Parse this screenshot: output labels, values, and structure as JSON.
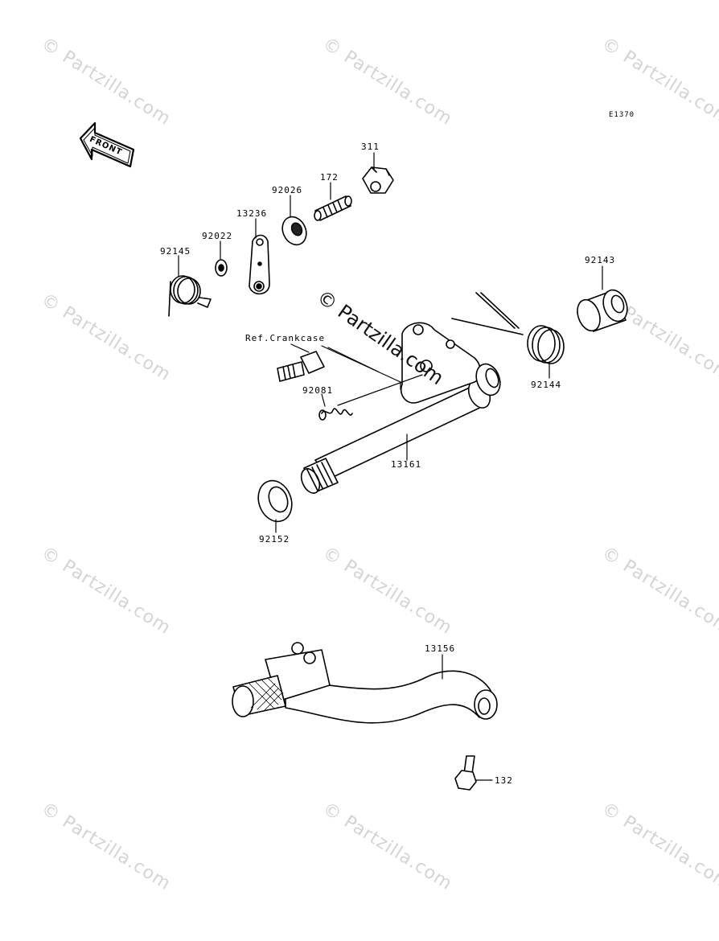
{
  "diagram_code": "E1370",
  "front_label": "FRONT",
  "watermark_text": "© Partzilla.com",
  "center_watermark": "© Partzilla.com",
  "parts": {
    "p311": "311",
    "p172": "172",
    "p92026": "92026",
    "p13236": "13236",
    "p92022": "92022",
    "p92145": "92145",
    "p92143": "92143",
    "p92144": "92144",
    "ref_crankcase": "Ref.Crankcase",
    "p92081": "92081",
    "p13161": "13161",
    "p92152": "92152",
    "p13156": "13156",
    "p132": "132"
  }
}
